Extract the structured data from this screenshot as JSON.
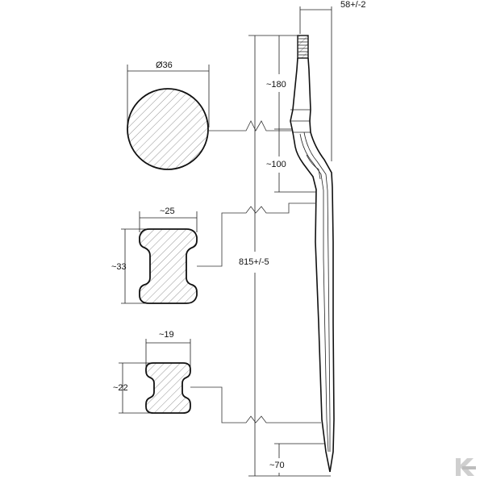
{
  "dimensions": {
    "width_top": "58+/-2",
    "len_180": "~180",
    "len_100": "~100",
    "total": "815+/-5",
    "tip_70": "~70",
    "round_dia": "Ø36",
    "sec1_w": "~25",
    "sec1_h": "~33",
    "sec2_w": "~19",
    "sec2_h": "~22"
  },
  "colors": {
    "line": "#111111",
    "hatch": "#555555",
    "logo": "#cfcfcf"
  },
  "logo": {
    "icon": "brand-k-logo-icon"
  }
}
